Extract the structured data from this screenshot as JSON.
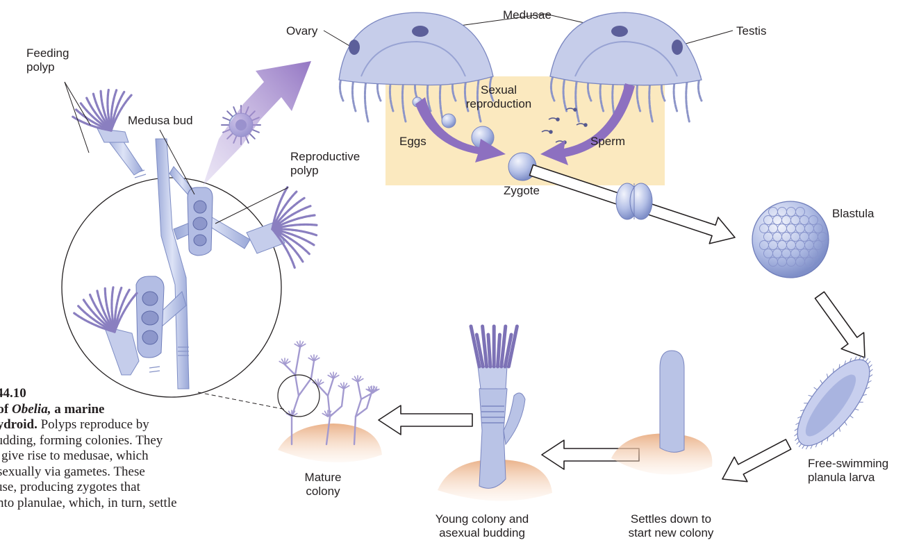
{
  "labels": {
    "feeding_polyp": "Feeding\npolyp",
    "medusa_bud": "Medusa bud",
    "reproductive_polyp": "Reproductive\npolyp",
    "ovary": "Ovary",
    "medusae": "Medusae",
    "testis": "Testis",
    "sexual_reproduction": "Sexual\nreproduction",
    "eggs": "Eggs",
    "sperm": "Sperm",
    "zygote": "Zygote",
    "blastula": "Blastula",
    "planula": "Free-swimming\nplanula larva",
    "settles": "Settles down to\nstart new colony",
    "young_colony": "Young colony and\nasexual budding",
    "mature_colony": "Mature\ncolony"
  },
  "caption": {
    "figure_number": "44.10",
    "title_pre": "ycle of ",
    "title_genus": "Obelia,",
    "title_post": " a marine",
    "title_line2": "hydroid.",
    "body_line2": " Polyps reproduce by",
    "line3": "budding, forming colonies. They",
    "line4": "give rise to medusae, which",
    "line5": "sexually via gametes. These",
    "line6": "use, producing zygotes that",
    "line7": "nto planulae, which, in turn, settle"
  },
  "colors": {
    "highlight_box": "#fbe9bf",
    "polyp_fill": "#b9c4e6",
    "tentacle": "#8a7fc0",
    "arrow_purple": "#9a80c6",
    "substrate": "#e1a57e",
    "medusa_body": "#c3cbe8"
  }
}
